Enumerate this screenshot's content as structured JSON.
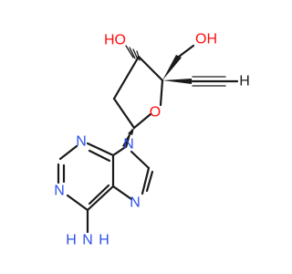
{
  "colors": {
    "bond": "#1a1a1a",
    "oxygen": "#ff0d0d",
    "nitrogen": "#2b50e8",
    "hydrogen_label": "#1a1a1a"
  },
  "atoms": {
    "hydroxyl_3prime": "HO",
    "hydroxymethyl_oh": "OH",
    "ring_oxygen": "O",
    "alkyne_h": "H",
    "purine_n3": "N",
    "purine_n1": "N",
    "purine_n7": "N",
    "purine_n9": "N",
    "amine_h2": "H",
    "amine_n": "N",
    "amine_h": "H"
  }
}
